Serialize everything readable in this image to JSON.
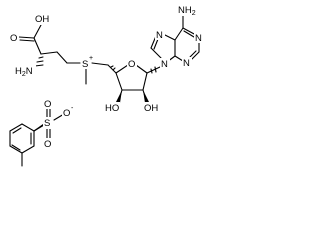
{
  "figure": {
    "atoms": {
      "oh_acid": "OH",
      "o_acid": "O",
      "h2n": "H2N",
      "s_plus": "S",
      "s_charge": "+",
      "nh2": "NH2",
      "n1": "N",
      "n3": "N",
      "n7": "N",
      "n9": "N",
      "o_ring": "O",
      "ho_left": "HO",
      "oh_right": "OH",
      "s_tosyl": "S",
      "o_t1": "O",
      "o_t2": "O",
      "o_t3": "O",
      "o_charge": "-"
    }
  }
}
